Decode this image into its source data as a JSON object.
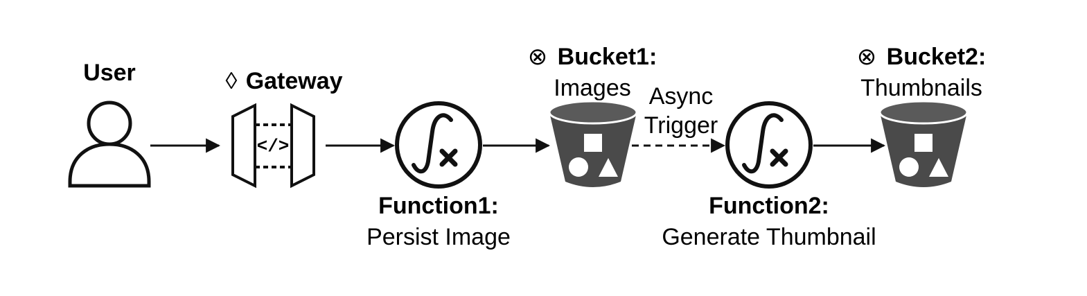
{
  "nodes": {
    "user": {
      "label": "User",
      "icon": "user-icon"
    },
    "gateway": {
      "marker": "◊",
      "label": "Gateway",
      "icon": "api-gateway-icon",
      "code_glyph": "</>"
    },
    "function1": {
      "title": "Function1:",
      "subtitle": "Persist Image",
      "icon": "lambda-function-icon"
    },
    "bucket1": {
      "marker": "⊗",
      "title": "Bucket1:",
      "subtitle": "Images",
      "icon": "storage-bucket-icon"
    },
    "function2": {
      "title": "Function2:",
      "subtitle": "Generate Thumbnail",
      "icon": "lambda-function-icon"
    },
    "bucket2": {
      "marker": "⊗",
      "title": "Bucket2:",
      "subtitle": "Thumbnails",
      "icon": "storage-bucket-icon"
    }
  },
  "edges": {
    "async_trigger": {
      "line1": "Async",
      "line2": "Trigger",
      "style": "dashed"
    }
  },
  "colors": {
    "stroke": "#111111",
    "bucket_body": "#4a4a4a",
    "bucket_top": "#5a5a5a",
    "background": "#ffffff"
  }
}
